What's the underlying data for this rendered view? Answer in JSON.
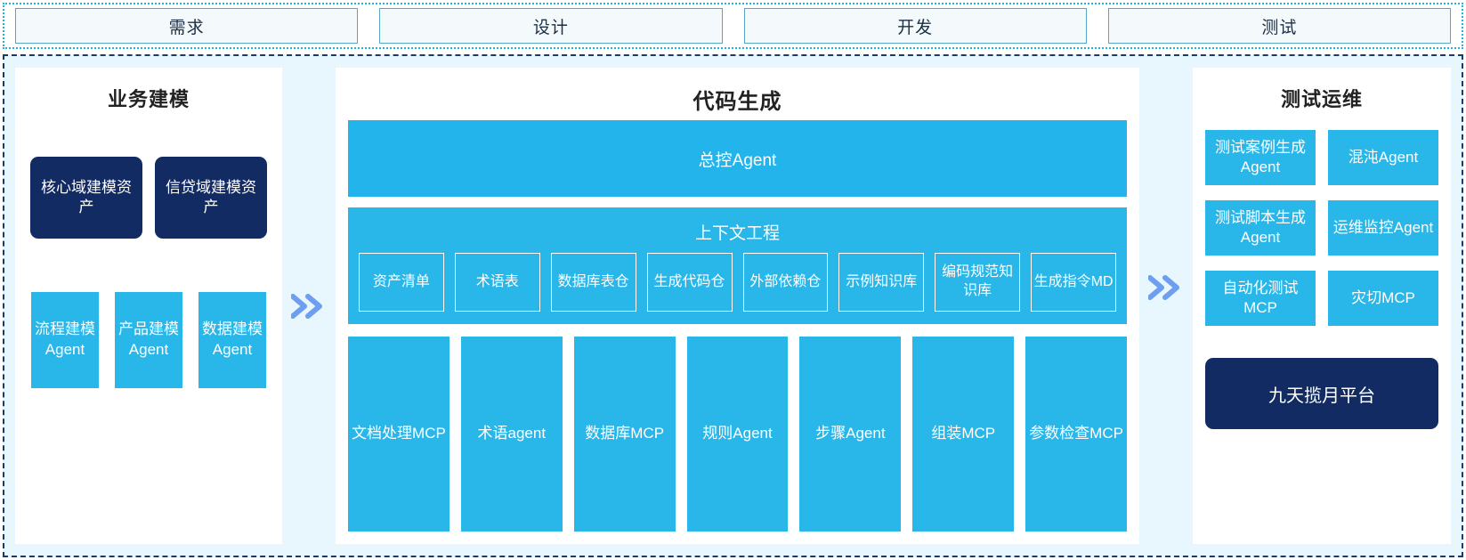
{
  "phases": [
    {
      "label": "需求"
    },
    {
      "label": "设计"
    },
    {
      "label": "开发"
    },
    {
      "label": "测试"
    }
  ],
  "panels": {
    "left": {
      "title": "业务建模",
      "assets": [
        {
          "label": "核心域建模资产"
        },
        {
          "label": "信贷域建模资产"
        }
      ],
      "agents": [
        {
          "label": "流程建模Agent"
        },
        {
          "label": "产品建模Agent"
        },
        {
          "label": "数据建模Agent"
        }
      ]
    },
    "center": {
      "title": "代码生成",
      "master_agent": "总控Agent",
      "context": {
        "title": "上下文工程",
        "items": [
          {
            "label": "资产清单"
          },
          {
            "label": "术语表"
          },
          {
            "label": "数据库表仓"
          },
          {
            "label": "生成代码仓"
          },
          {
            "label": "外部依赖仓"
          },
          {
            "label": "示例知识库"
          },
          {
            "label": "编码规范知识库"
          },
          {
            "label": "生成指令MD"
          }
        ]
      },
      "tools": [
        {
          "label": "文档处理MCP"
        },
        {
          "label": "术语agent"
        },
        {
          "label": "数据库MCP"
        },
        {
          "label": "规则Agent"
        },
        {
          "label": "步骤Agent"
        },
        {
          "label": "组装MCP"
        },
        {
          "label": "参数检查MCP"
        }
      ]
    },
    "right": {
      "title": "测试运维",
      "items": [
        {
          "label": "测试案例生成Agent"
        },
        {
          "label": "混沌Agent"
        },
        {
          "label": "测试脚本生成Agent"
        },
        {
          "label": "运维监控Agent"
        },
        {
          "label": "自动化测试MCP"
        },
        {
          "label": "灾切MCP"
        }
      ],
      "platform": "九天揽月平台"
    }
  },
  "separators": [
    {
      "name": "flow-arrow-left"
    },
    {
      "name": "flow-arrow-right"
    }
  ],
  "colors": {
    "cyan": "#29b6e8",
    "navy": "#122b63",
    "panel_bg": "#e8f6fe",
    "chevron": "#6e9ef0"
  }
}
